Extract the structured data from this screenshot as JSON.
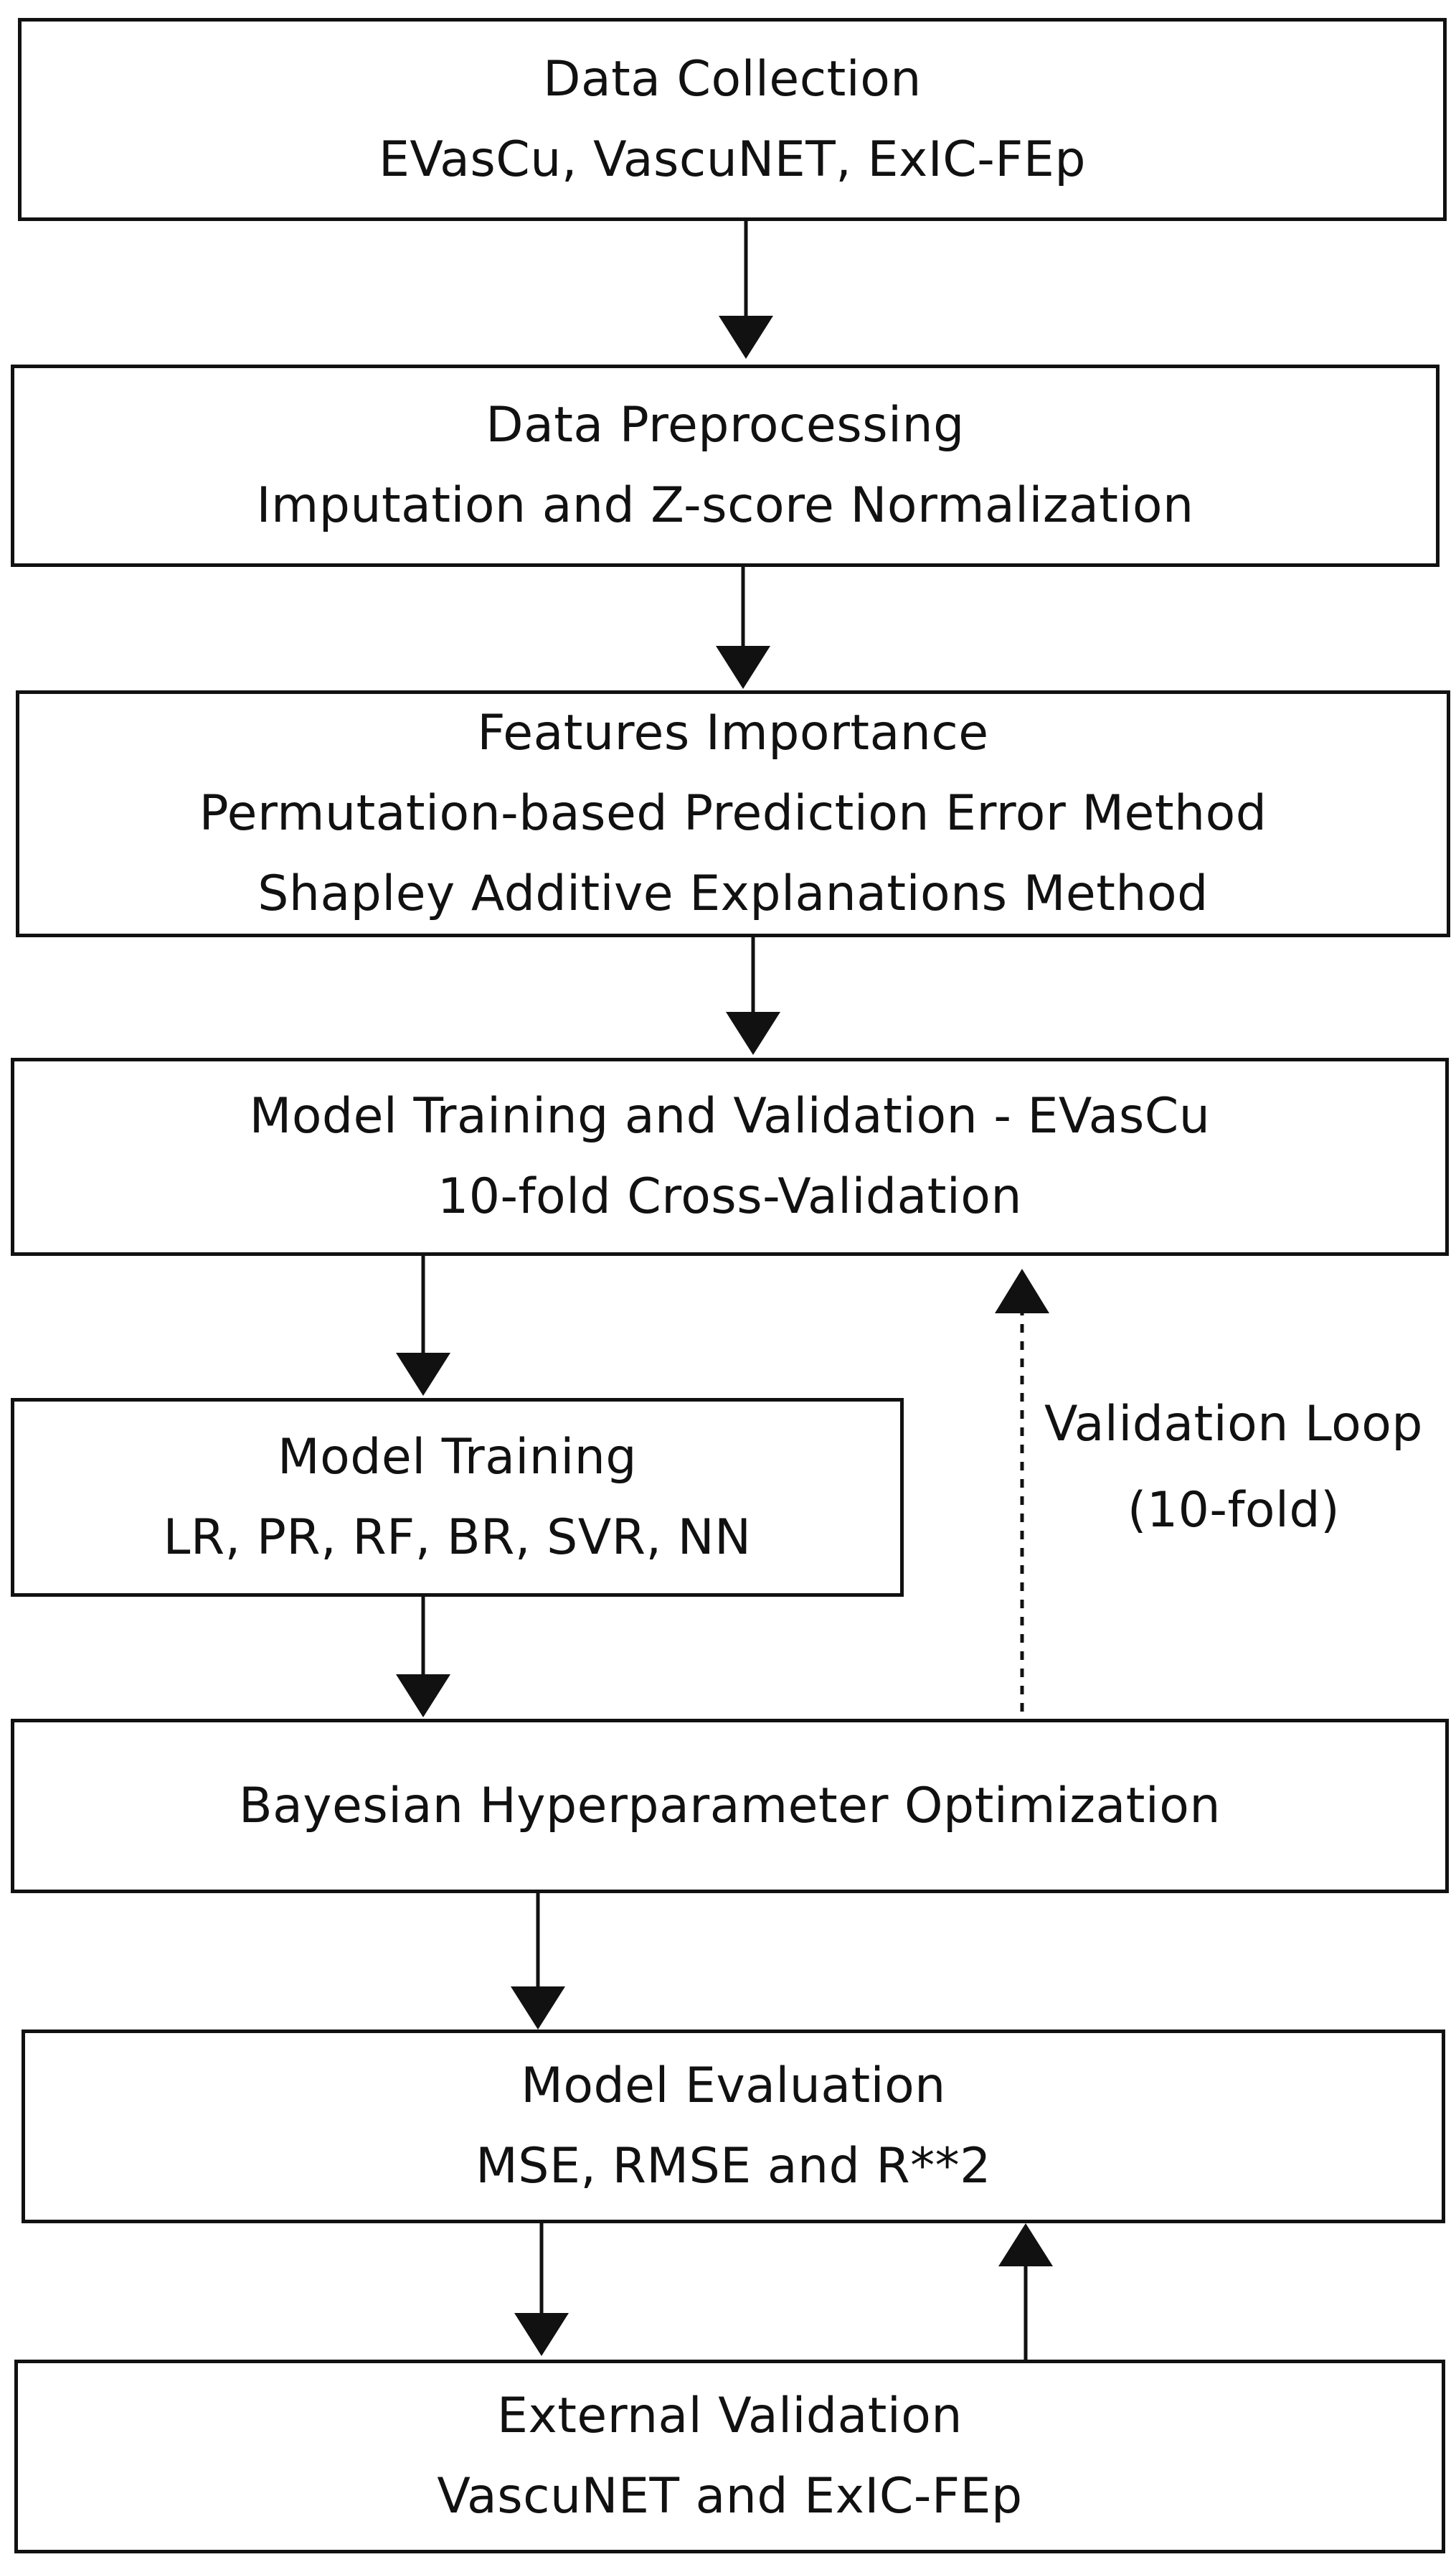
{
  "boxes": {
    "data_collection": {
      "title": "Data Collection",
      "detail": "EVasCu, VascuNET, ExIC-FEp"
    },
    "data_preprocessing": {
      "title": "Data Preprocessing",
      "detail": "Imputation and Z-score Normalization"
    },
    "features_importance": {
      "title": "Features Importance",
      "detail_1": "Permutation-based Prediction Error Method",
      "detail_2": "Shapley Additive Explanations Method"
    },
    "model_training_validation": {
      "title": "Model Training and Validation - EVasCu",
      "detail": "10-fold Cross-Validation"
    },
    "model_training": {
      "title": "Model Training",
      "detail": "LR, PR, RF, BR, SVR, NN"
    },
    "bayesian_optimization": {
      "title": "Bayesian Hyperparameter Optimization"
    },
    "model_evaluation": {
      "title": "Model Evaluation",
      "detail": "MSE, RMSE and R**2"
    },
    "external_validation": {
      "title": "External Validation",
      "detail": "VascuNET and ExIC-FEp"
    }
  },
  "validation_loop": {
    "label_1": "Validation Loop",
    "label_2": "(10-fold)"
  },
  "colors": {
    "stroke": "#111111",
    "background": "#ffffff"
  }
}
